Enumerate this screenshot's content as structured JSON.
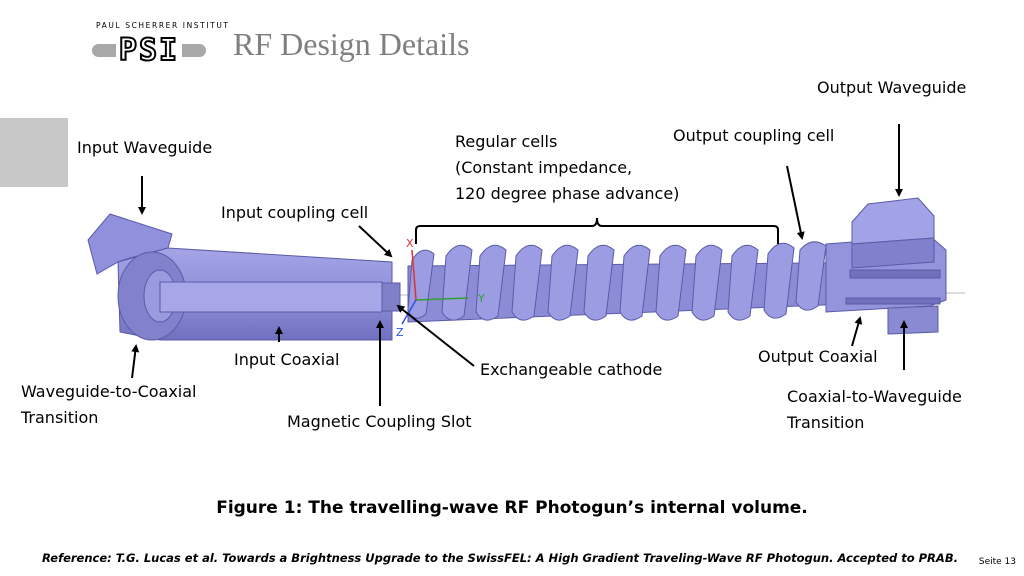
{
  "header": {
    "institute_name": "PAUL SCHERRER INSTITUT",
    "logo_text": "PSI",
    "title": "RF Design Details"
  },
  "diagram": {
    "labels": {
      "output_waveguide": "Output Waveguide",
      "input_waveguide": "Input Waveguide",
      "regular_cells_1": "Regular cells",
      "regular_cells_2": "(Constant impedance,",
      "regular_cells_3": "120 degree phase advance)",
      "output_coupling_cell": "Output coupling cell",
      "input_coupling_cell": "Input coupling cell",
      "input_coaxial": "Input Coaxial",
      "exchangeable_cathode": "Exchangeable cathode",
      "output_coaxial": "Output Coaxial",
      "wg_coax_1": "Waveguide-to-Coaxial",
      "wg_coax_2": "Transition",
      "coax_wg_1": "Coaxial-to-Waveguide",
      "coax_wg_2": "Transition",
      "magnetic_coupling_slot": "Magnetic Coupling Slot"
    },
    "axes": {
      "x": "X",
      "y": "Y",
      "z": "Z"
    }
  },
  "caption": "Figure 1: The travelling-wave RF Photogun’s internal volume.",
  "reference": "Reference: T.G. Lucas et al. Towards a Brightness Upgrade to the SwissFEL: A High Gradient Traveling-Wave RF Photogun. Accepted to PRAB.",
  "page_number": "Seite 13",
  "colors": {
    "model_fill": "#8c8cd8",
    "model_dark": "#6a6ab8",
    "model_light": "#b0b0ec",
    "title_gray": "#7f7f7f",
    "side_tab": "#c8c8c8"
  }
}
